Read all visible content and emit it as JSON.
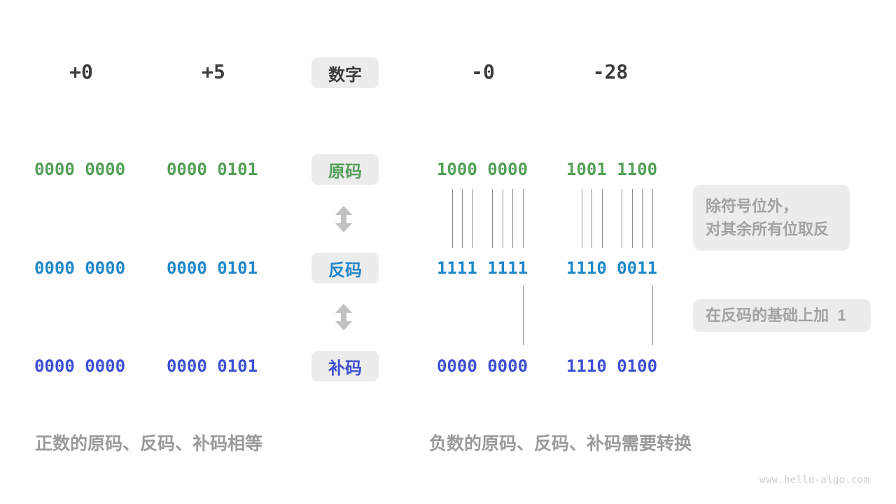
{
  "colors": {
    "ink": "#3C3C3C",
    "green": "#539F57",
    "blue": "#1E87C9",
    "indigo": "#3C4FD2",
    "gray-text": "#A2A2A2",
    "caption": "#9A9A9A",
    "box-bg": "#ECECEC",
    "line": "#8C8C8C",
    "arrow": "#C2C2C2",
    "watermark": "#CFCFCF"
  },
  "diagram": {
    "header": {
      "label": "数字",
      "values": [
        "+0",
        "+5",
        "-0",
        "-28"
      ]
    },
    "rows": [
      {
        "key": "sign-magnitude",
        "label": "原码",
        "color": "#539F57",
        "values": [
          "0000 0000",
          "0000 0101",
          "1000 0000",
          "1001 1100"
        ]
      },
      {
        "key": "ones-complement",
        "label": "反码",
        "color": "#1E87C9",
        "values": [
          "0000 0000",
          "0000 0101",
          "1111 1111",
          "1110 0011"
        ]
      },
      {
        "key": "twos-complement",
        "label": "补码",
        "color": "#3C4FD2",
        "values": [
          "0000 0000",
          "0000 0101",
          "0000 0000",
          "1110 0100"
        ]
      }
    ],
    "annotations": [
      {
        "lines": [
          "除符号位外，",
          "对其余所有位取反"
        ]
      },
      {
        "lines": [
          "在反码的基础上加  1"
        ]
      }
    ],
    "captions": {
      "positive": "正数的原码、反码、补码相等",
      "negative": "负数的原码、反码、补码需要转换"
    },
    "watermark": "www.hello-algo.com"
  }
}
